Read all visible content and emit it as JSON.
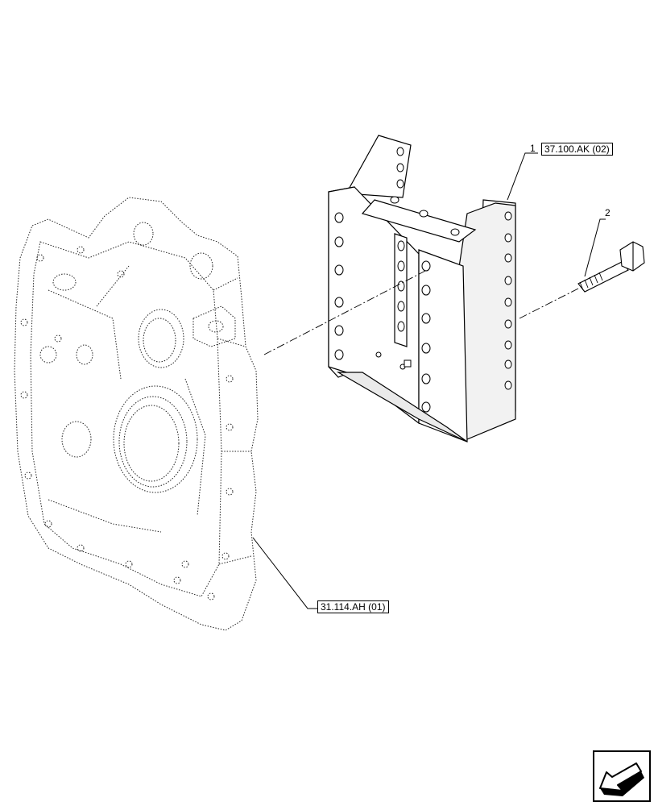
{
  "diagram": {
    "parts": [
      {
        "callout": "1",
        "reference": "37.100.AK (02)"
      },
      {
        "callout": "2",
        "reference": ""
      }
    ],
    "housing_reference": "31.114.AH (01)"
  },
  "icons": {
    "nav_arrow": "direction-arrow-icon"
  }
}
